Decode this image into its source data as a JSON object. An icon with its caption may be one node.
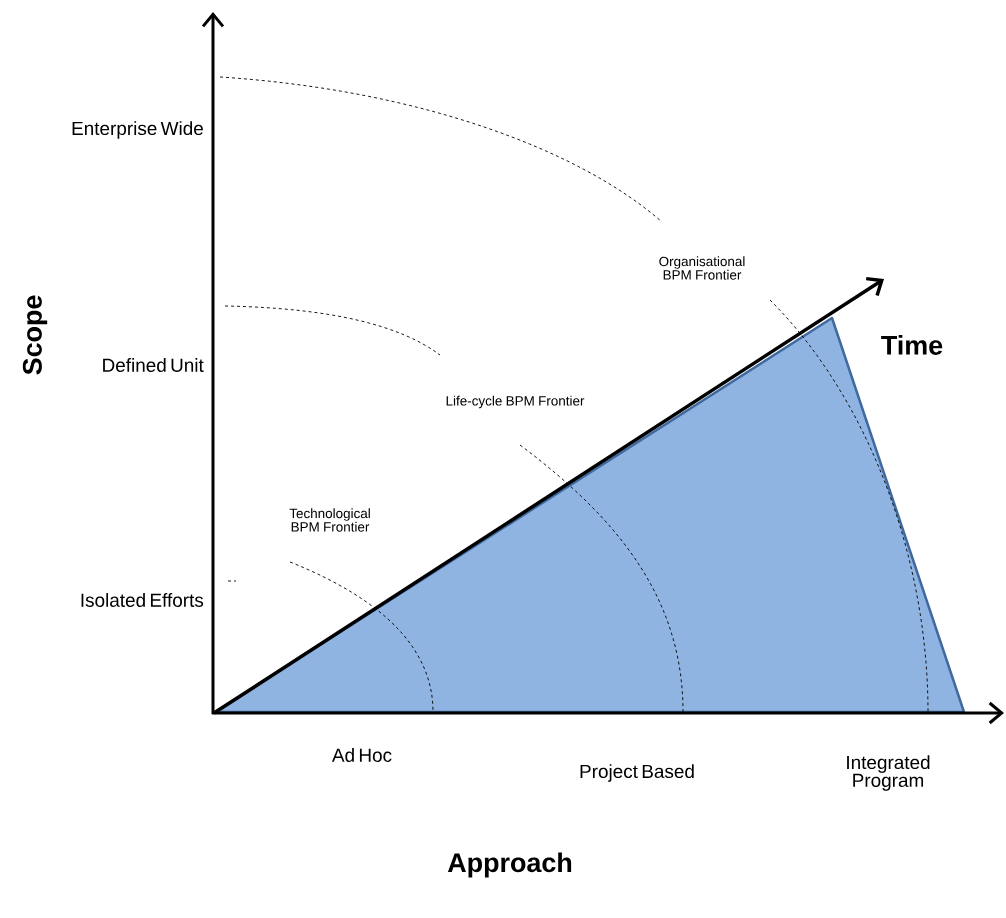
{
  "diagram": {
    "labels": [
      "Enterprise Wide",
      "Organisational BPM Frontier",
      "Scope",
      "Defined Unit",
      "Time",
      "Life-cycle BPM Frontier",
      "Technological BPM Frontier",
      "Isolated Efforts",
      "Ad Hoc",
      "Project Based",
      "Integrated Program",
      "Approach"
    ]
  }
}
